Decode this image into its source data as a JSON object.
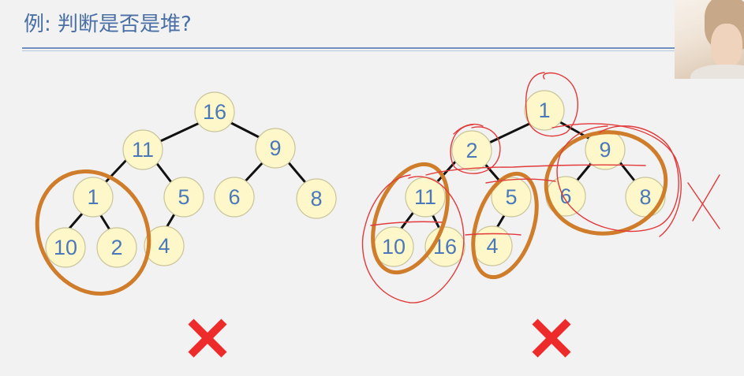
{
  "title": "例: 判断是否是堆?",
  "left_tree": {
    "nodes": [
      "16",
      "11",
      "9",
      "1",
      "5",
      "6",
      "8",
      "10",
      "2",
      "4"
    ],
    "verdict_icon": "red-x-mark-icon"
  },
  "right_tree": {
    "nodes": [
      "1",
      "2",
      "9",
      "11",
      "5",
      "6",
      "8",
      "10",
      "16",
      "4"
    ],
    "verdict_icon": "red-x-mark-icon"
  },
  "colors": {
    "title": "#4a6fa5",
    "node_fill": "#fdf7c9",
    "node_text": "#4a78b8",
    "highlight_circle": "#cf7c2b",
    "annotation": "#e23a3a",
    "verdict": "#ee2b2b"
  }
}
